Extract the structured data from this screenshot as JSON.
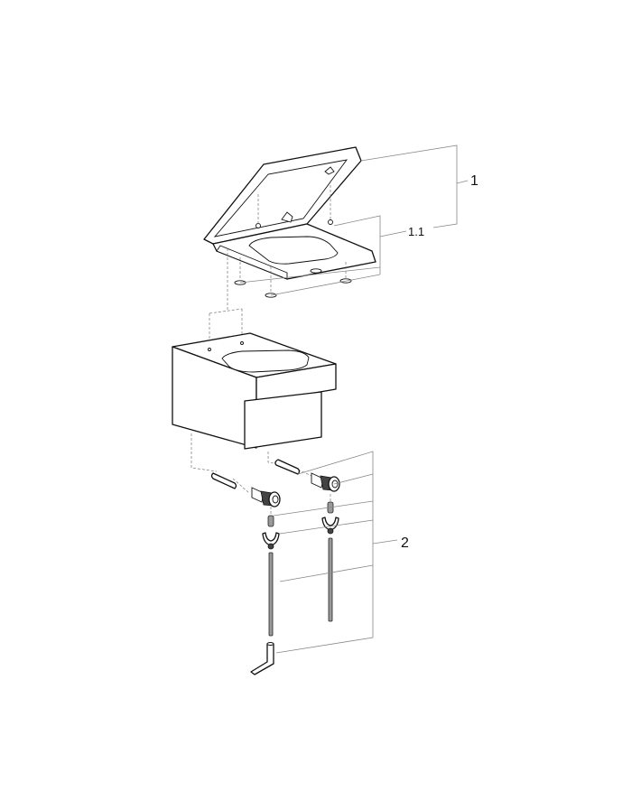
{
  "diagram": {
    "type": "exploded-view technical drawing",
    "subject": "wall-hung toilet with seat and lid plus fixing set",
    "background": "#ffffff",
    "line_color": "#111111",
    "leader_color": "#888888",
    "callouts": [
      {
        "id": "1",
        "label": "1",
        "refers_to": "seat with lid assembly"
      },
      {
        "id": "1.1",
        "label": "1.1",
        "refers_to": "seat"
      },
      {
        "id": "2",
        "label": "2",
        "refers_to": "fixing set"
      }
    ],
    "parts": [
      {
        "name": "lid",
        "group": "1"
      },
      {
        "name": "seat",
        "group": "1.1"
      },
      {
        "name": "seat-buffers",
        "count": 4,
        "group": "1.1"
      },
      {
        "name": "toilet-bowl",
        "group": null
      },
      {
        "name": "pins",
        "count": 2,
        "group": "2"
      },
      {
        "name": "knurled-nuts",
        "count": 2,
        "group": "2"
      },
      {
        "name": "set-screws",
        "count": 2,
        "group": "2"
      },
      {
        "name": "u-clips",
        "count": 2,
        "group": "2"
      },
      {
        "name": "threaded-rods",
        "count": 2,
        "group": "2"
      },
      {
        "name": "allen-key",
        "count": 1,
        "group": "2"
      }
    ]
  }
}
